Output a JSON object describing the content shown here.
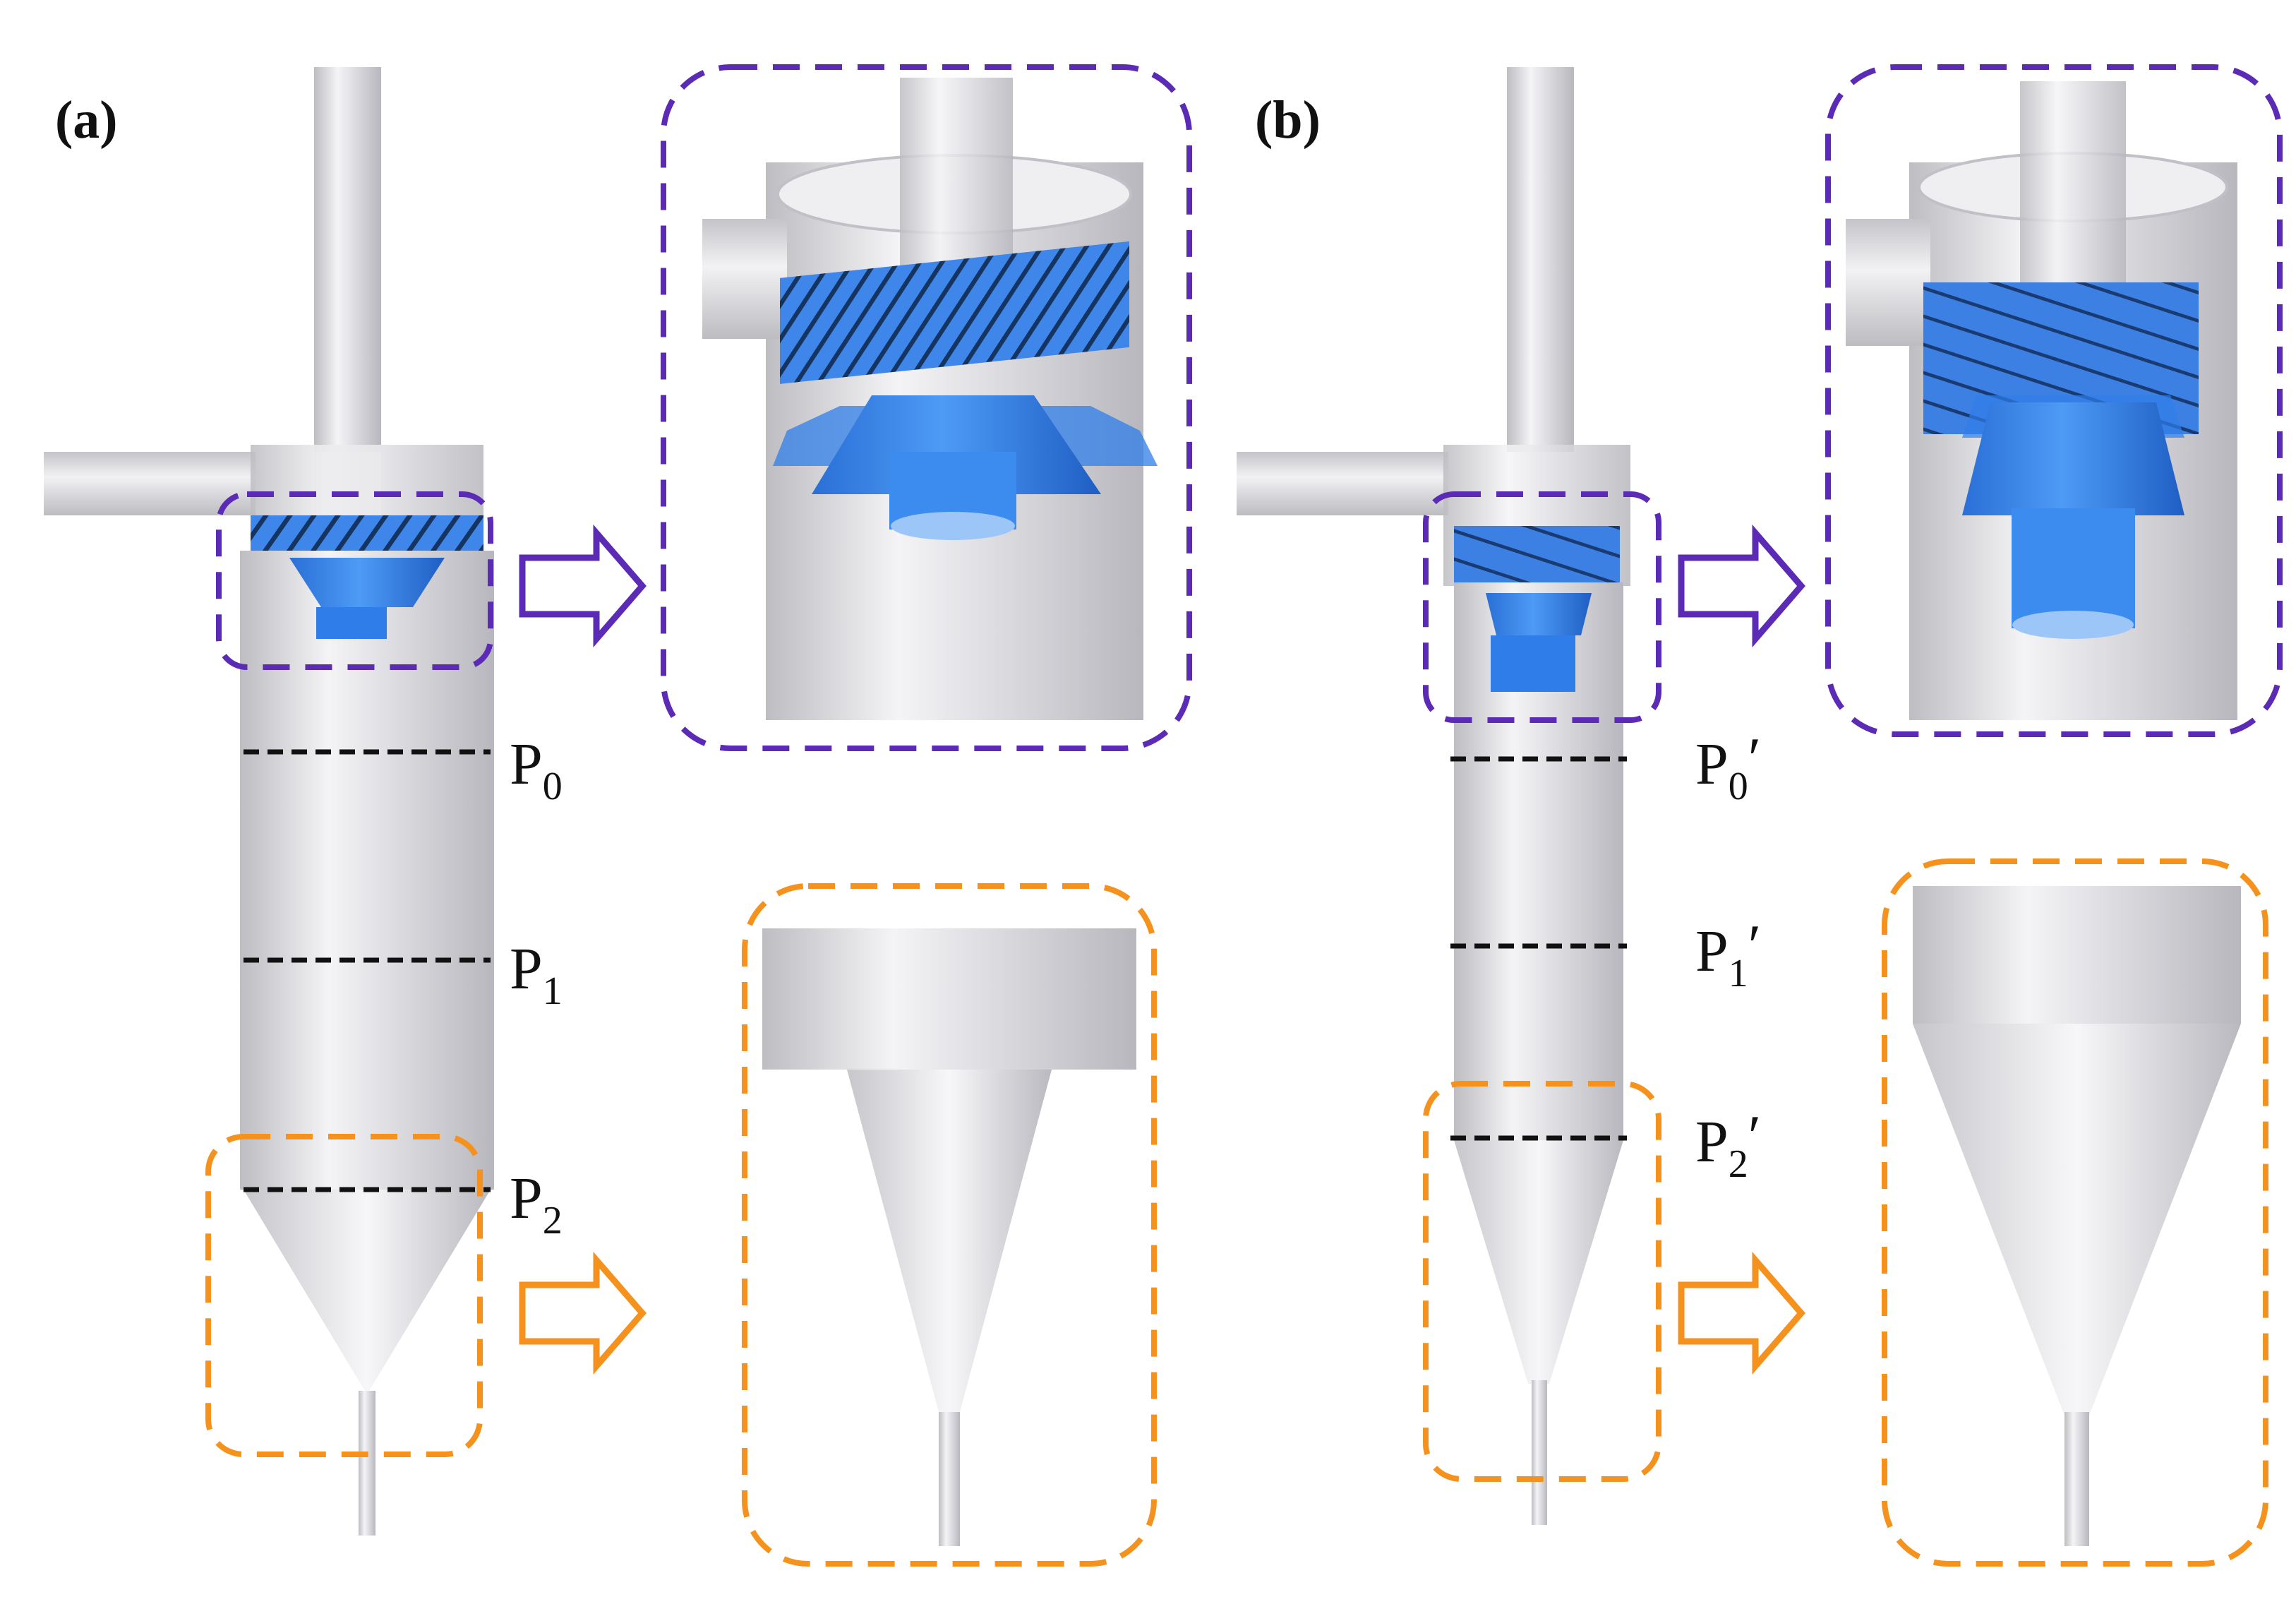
{
  "panels": [
    {
      "label": "(a)",
      "planes": [
        {
          "main": "P",
          "sub": "0",
          "prime": ""
        },
        {
          "main": "P",
          "sub": "1",
          "prime": ""
        },
        {
          "main": "P",
          "sub": "2",
          "prime": ""
        }
      ]
    },
    {
      "label": "(b)",
      "planes": [
        {
          "main": "P",
          "sub": "0",
          "prime": "′"
        },
        {
          "main": "P",
          "sub": "1",
          "prime": "′"
        },
        {
          "main": "P",
          "sub": "2",
          "prime": "′"
        }
      ]
    }
  ],
  "colors": {
    "impeller_blue": "#2f7de8",
    "highlight_purple": "#5b2bb5",
    "highlight_orange": "#f5921e",
    "pipe_gray": "#d9d9dc",
    "plane_line": "#111111"
  }
}
